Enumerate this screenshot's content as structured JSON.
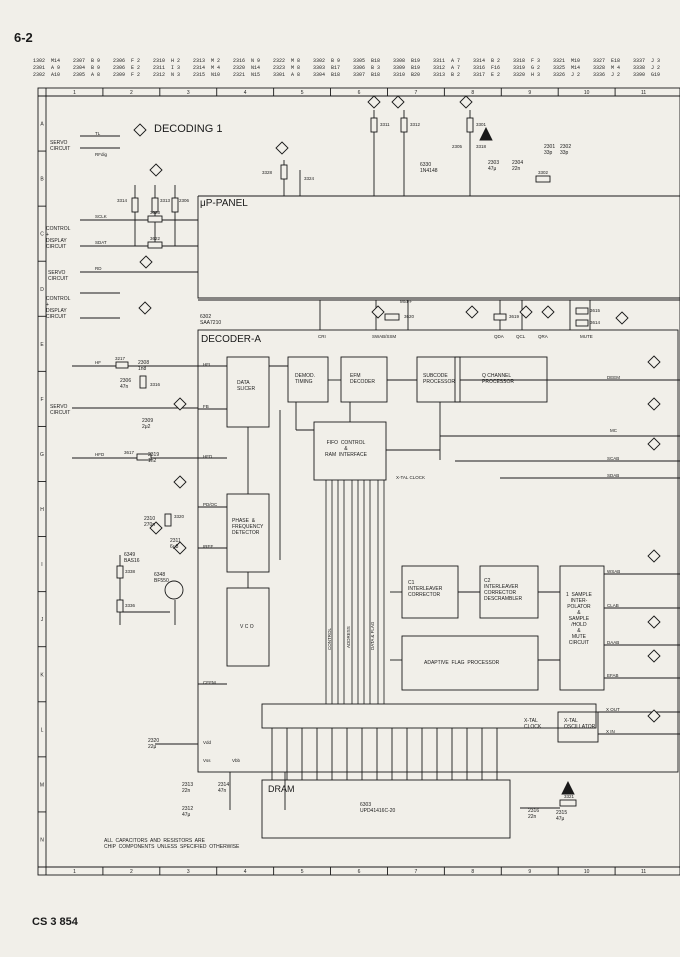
{
  "page": {
    "number": "6-2",
    "code": "CS 3 854"
  },
  "ref_table": [
    "1302  M14\n2301  A 9\n2302  A10",
    "2307  B 9\n2304  B 9\n2305  A 8",
    "2306  F 2\n2306  E 2\n2309  F 2",
    "2310  H 2\n2311  I 3\n2312  N 3",
    "2313  M 2\n2314  M 4\n2315  N10",
    "2316  N 9\n2320  N14\n2321  N15",
    "2322  M 8\n2323  M 8\n3301  A 8",
    "3302  B 9\n3303  B17\n3304  B18",
    "3305  B18\n3306  B 3\n3307  B18",
    "3308  B19\n3309  B19\n3310  B20",
    "3311  A 7\n3312  A 7\n3313  B 2",
    "3314  B 2\n3316  F16\n3317  E 2",
    "3318  F 3\n3319  G 2\n3320  H 3",
    "3321  M10\n3325  M14\n3326  J 2",
    "3327  E18\n3328  M 4\n3336  J 2",
    "3337  J 3\n3338  J 2\n3390  G19"
  ],
  "columns": [
    "1",
    "2",
    "3",
    "4",
    "5",
    "6",
    "7",
    "8",
    "9",
    "10",
    "11"
  ],
  "rows": [
    "A",
    "B",
    "C",
    "D",
    "E",
    "F",
    "G",
    "H",
    "I",
    "J",
    "K",
    "L",
    "M",
    "N"
  ],
  "titles": {
    "decoding": "DECODING  1",
    "up_panel": "μP-PANEL",
    "decoder_a": "DECODER-A",
    "ic_6302": "6302\nSAA7210",
    "ic_6303": "6303\nUPD41416C-20",
    "dram": "DRAM"
  },
  "blocks": {
    "data_slicer": "DATA\nSLICER",
    "demod": "DEMOD.\nTIMING",
    "efm": "EFM\nDECODER",
    "subcode": "SUBCODE\nPROCESSOR",
    "qchannel": "Q CHANNEL\nPROCESSOR",
    "fifo": "FIFO  CONTROL\n&\nRAM  INTERFACE",
    "pfd": "PHASE  &\nFREQUENCY\nDETECTOR",
    "vco": "V C O",
    "c1": "C1\nINTERLEAVER\nCORRECTOR",
    "c2": "C2\nINTERLEAVER\nCORRECTOR\nDESCRAMBLER",
    "interp": "1  SAMPLE\nINTER-\nPOLATOR\n&\nSAMPLE\n/HOLD\n&\nMUTE\nCIRCUIT",
    "afp": "ADAPTIVE  FLAG  PROCESSOR",
    "xtal": "X-TAL\nOSCILLATOR"
  },
  "left_groups": [
    "SERVO\nCIRCUIT",
    "CONTROL\n+\nDISPLAY\nCIRCUIT",
    "SERVO\nCIRCUIT",
    "CONTROL\n+\nDISPLAY\nCIRCUIT",
    "SERVO\nCIRCUIT"
  ],
  "signals": {
    "tl": "TL",
    "rfdig": "RFdig",
    "sclk": "SCLK",
    "sdat": "SDAT",
    "rd": "RD",
    "hf": "HF",
    "hfd": "HFD",
    "hfi": "HFI",
    "fb": "FB",
    "pd_oc": "PD/OC",
    "iref": "IREF",
    "cefm": "CEFM",
    "vdd": "Vdd",
    "vss": "Vss",
    "vbb": "Vbb",
    "cri": "CRI",
    "msff": "MSFF",
    "swab_ssm": "SWAB/SSM",
    "qda": "QDA",
    "qcl": "QCL",
    "qra": "QRA",
    "mute": "MUTE",
    "deem": "DEEM",
    "mc": "MC",
    "scab": "SCAB",
    "sdab": "SDAB",
    "wsab": "WSAB",
    "clab": "CLAB",
    "daab": "DAAB",
    "efab": "EFAB",
    "x_out": "X OUT",
    "x_in": "X IN",
    "xtal_clock": "X-TAL CLOCK",
    "xtal_clock2": "X-TAL\nCLOCK",
    "control": "CONTROL",
    "address": "ADDRESS",
    "data_flag": "DATA & FLAG"
  },
  "components": {
    "r3311": "3311",
    "r3312": "3312",
    "r3301": "3301",
    "r3318": "3318",
    "c2305": "2305",
    "d6330": "6330\n1N4148",
    "c2303": "2303\n47μ",
    "c2304": "2304\n22n",
    "c2301": "2301\n33p",
    "c2302": "2302\n33p",
    "r3302": "3302",
    "r3328": "3328",
    "r3324": "3324",
    "r3314": "3314",
    "r3313": "3313",
    "c2306": "2306",
    "r3623": "3623",
    "r3622": "3622",
    "r3620": "3620",
    "r3619": "3619",
    "r3615": "3615",
    "r3614": "3614",
    "r3217": "3217",
    "c2308": "2308\n1n8",
    "c2306b": "2306\n47n",
    "r3316": "3316",
    "c2309": "2309\n2μ2",
    "r3617": "3617",
    "c2319": "2319\n1n2",
    "c2310": "2310\n270n",
    "r3320": "3320",
    "c2311": "2311\n6μ8",
    "d6349": "6349\nBAS16",
    "r3338": "3338",
    "t6348": "6348\nBF550",
    "r3336": "3336",
    "c2320": "2320\n22μ",
    "c2313": "2313\n22n",
    "c2314": "2314\n47n",
    "c2312": "2312\n47μ",
    "c2316": "2316\n22n",
    "c2315": "2315\n47μ",
    "r3321": "3321"
  },
  "footnote": "ALL  CAPACITORS  AND  RESISTORS  ARE\nCHIP  COMPONENTS  UNLESS  SPECIFIED  OTHERWISE"
}
